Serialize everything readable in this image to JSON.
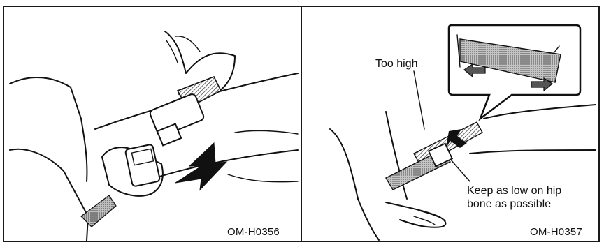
{
  "panels": {
    "left": {
      "code": "OM-H0356"
    },
    "right": {
      "code": "OM-H0357",
      "label_too_high": "Too high",
      "label_keep_low_line1": "Keep as low on hip",
      "label_keep_low_line2": "bone as possible"
    }
  },
  "icons": [
    "arrow-down-left-icon",
    "arrow-down-right-icon",
    "arrow-left-icon",
    "arrow-right-icon"
  ]
}
